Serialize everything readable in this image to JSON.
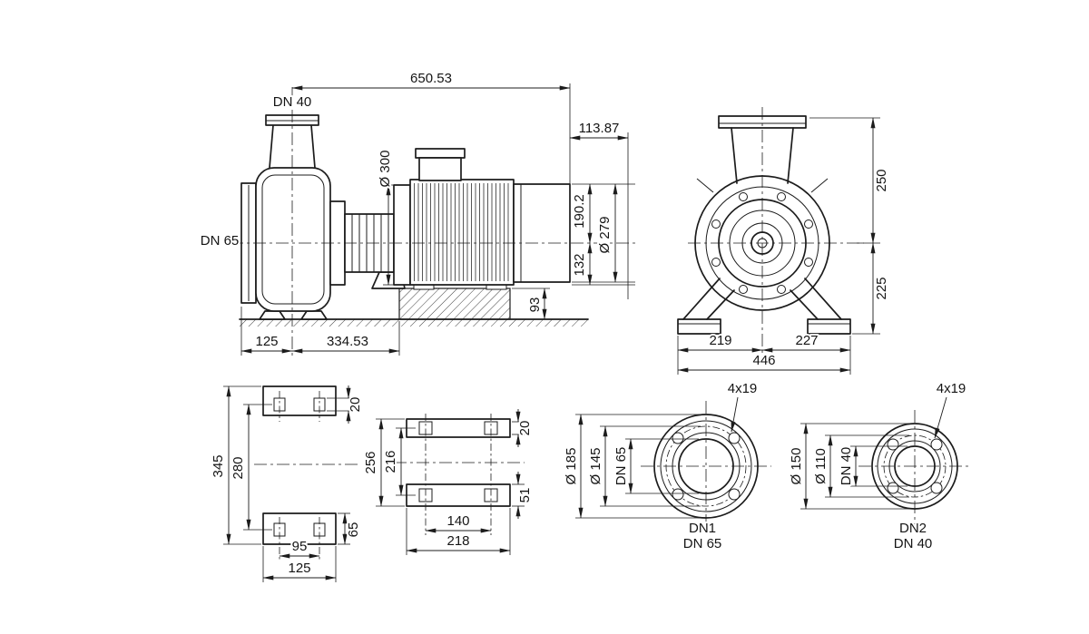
{
  "side_view": {
    "labels": {
      "dn40": "DN 40",
      "dn65": "DN 65"
    },
    "dims": {
      "overall_length": "650.53",
      "rear_clearance": "113.87",
      "motor_flange_dia": "Ø 300",
      "shaft_to_top": "190.2",
      "motor_dia": "Ø 279",
      "shaft_to_base": "132",
      "base_height": "93",
      "flange_offset": "125",
      "casing_length": "334.53"
    }
  },
  "front_view": {
    "dims": {
      "top_to_axis": "250",
      "axis_to_foot": "225",
      "left_half": "219",
      "right_half": "227",
      "total_width": "446"
    }
  },
  "foot_plan": {
    "dims": {
      "length_overall": "345",
      "hole_spacing": "280",
      "slot_width": "20",
      "pad_height": "65",
      "hole_pitch": "95",
      "pad_width": "125"
    }
  },
  "base_plan": {
    "dims": {
      "length_overall": "256",
      "hole_spacing": "216",
      "slot_width": "20",
      "pad_height": "51",
      "hole_pitch": "140",
      "pad_width": "218"
    }
  },
  "flange_dn65": {
    "bolt_holes": "4x19",
    "outer_dia": "Ø 185",
    "bolt_circle_dia": "Ø 145",
    "nominal_dia": "DN 65",
    "port_label": "DN1",
    "port_size": "DN 65"
  },
  "flange_dn40": {
    "bolt_holes": "4x19",
    "outer_dia": "Ø 150",
    "bolt_circle_dia": "Ø 110",
    "nominal_dia": "DN 40",
    "port_label": "DN2",
    "port_size": "DN 40"
  }
}
